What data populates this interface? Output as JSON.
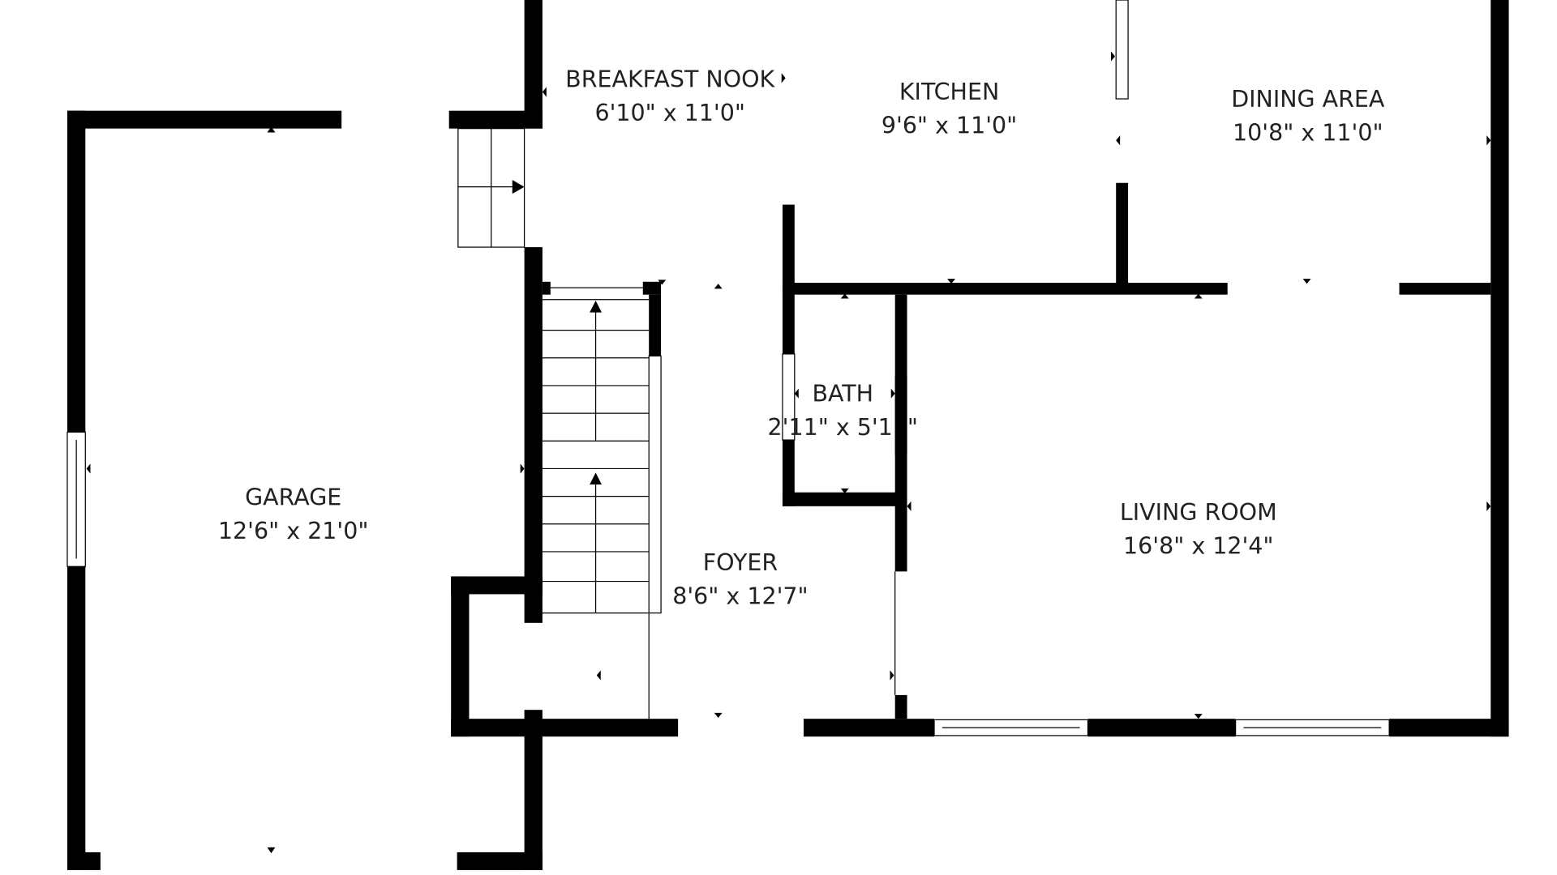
{
  "floorplan": {
    "rooms": [
      {
        "id": "breakfast-nook",
        "name": "BREAKFAST NOOK",
        "size": "6'10\" x 11'0\""
      },
      {
        "id": "kitchen",
        "name": "KITCHEN",
        "size": "9'6\" x 11'0\""
      },
      {
        "id": "dining-area",
        "name": "DINING AREA",
        "size": "10'8\" x 11'0\""
      },
      {
        "id": "bath",
        "name": "BATH",
        "size": "2'11\" x 5'11\""
      },
      {
        "id": "garage",
        "name": "GARAGE",
        "size": "12'6\" x 21'0\""
      },
      {
        "id": "living-room",
        "name": "LIVING ROOM",
        "size": "16'8\" x 12'4\""
      },
      {
        "id": "foyer",
        "name": "FOYER",
        "size": "8'6\" x 12'7\""
      }
    ],
    "colors": {
      "wall": "#000000",
      "background": "#ffffff",
      "text": "#222222"
    }
  }
}
